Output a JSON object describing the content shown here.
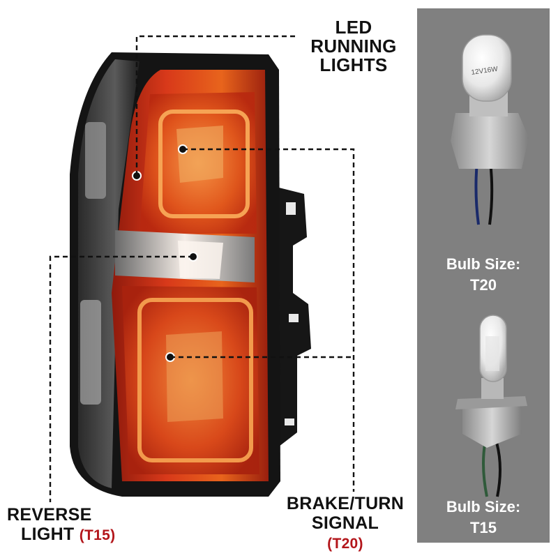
{
  "callouts": {
    "led": {
      "line1": "LED",
      "line2": "RUNNING",
      "line3": "LIGHTS"
    },
    "reverse": {
      "line1": "REVERSE",
      "line2": "LIGHT",
      "bulb": "(T15)"
    },
    "brake": {
      "line1": "BRAKE/TURN",
      "line2": "SIGNAL",
      "bulb": "(T20)"
    }
  },
  "bulbs": [
    {
      "caption_line1": "Bulb Size:",
      "caption_line2": "T20",
      "etching": "12V16W"
    },
    {
      "caption_line1": "Bulb Size:",
      "caption_line2": "T15"
    }
  ],
  "colors": {
    "lens_red": "#c9260f",
    "lens_orange": "#e8641c",
    "housing": "#1a1a1a",
    "panel": "#808080",
    "bulb_note": "#b3161b"
  }
}
